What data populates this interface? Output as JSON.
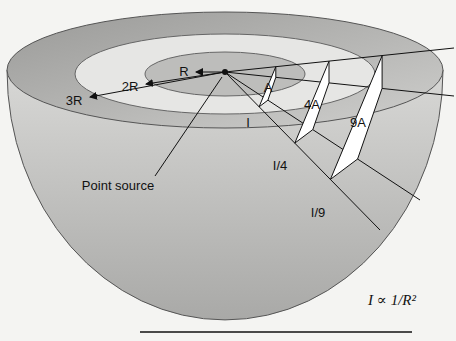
{
  "diagram": {
    "labels": [
      "R",
      "2R",
      "3R",
      "Point source",
      "A",
      "4A",
      "9A",
      "I",
      "I/4",
      "I/9",
      "I ∝ 1/R²"
    ]
  }
}
